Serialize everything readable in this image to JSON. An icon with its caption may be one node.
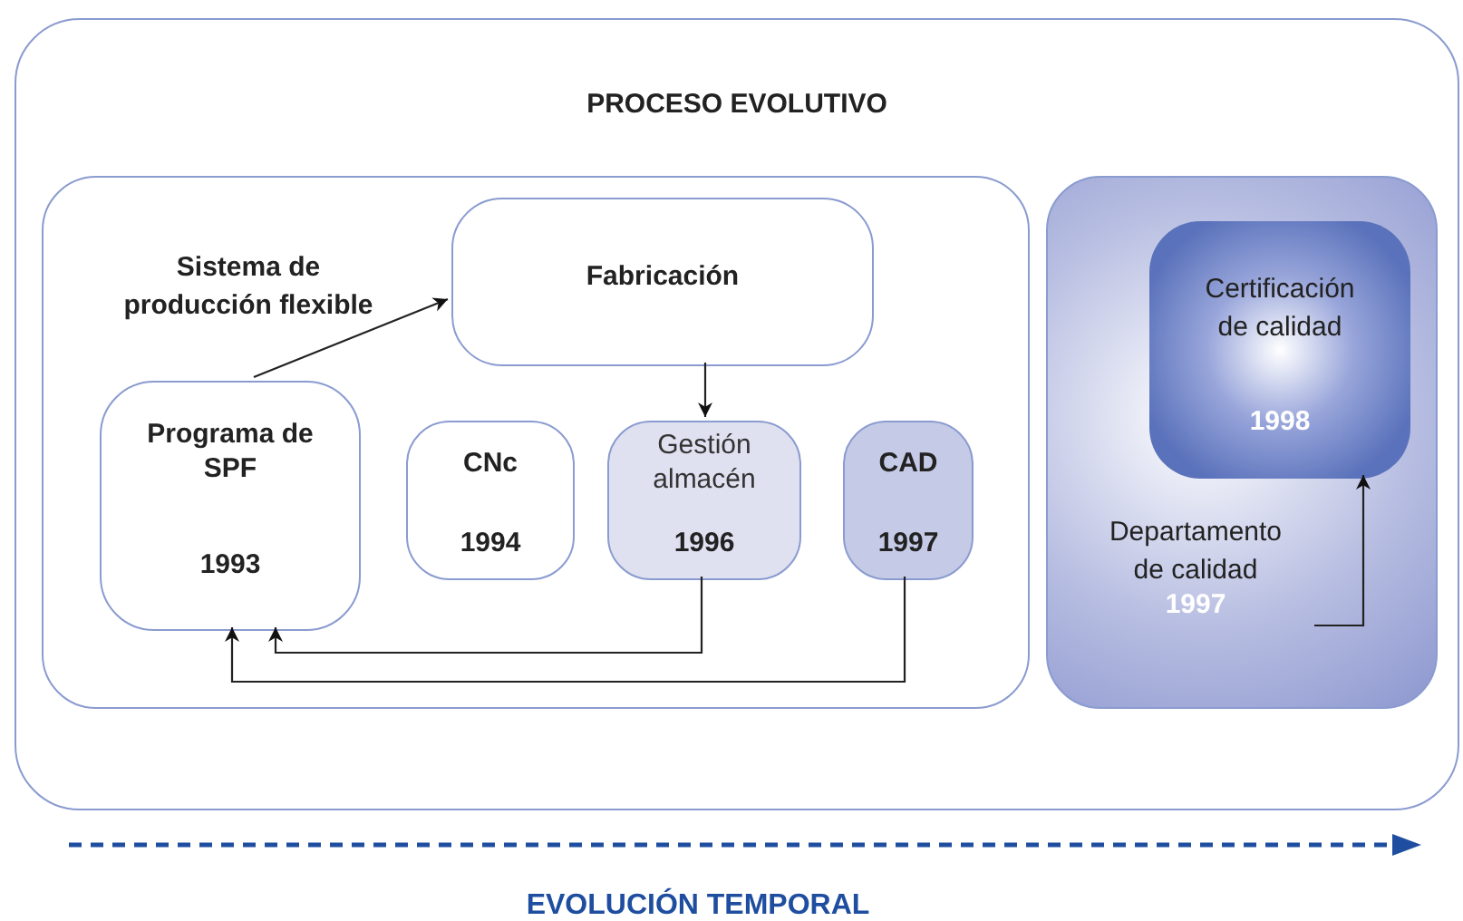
{
  "diagram": {
    "nodes": [
      {
        "text": [
          "PROCESO EVOLUTIVO"
        ]
      },
      {
        "text": [],
        "shape": "box",
        "in": 0
      },
      {
        "text": [
          "Fabricación"
        ],
        "in": 1
      },
      {
        "text": [
          "Programa de SPF",
          "1993"
        ],
        "in": 1
      },
      {
        "text": [
          "CNc",
          "1994"
        ],
        "in": 1
      },
      {
        "text": [
          "Gestión almacén",
          "1996"
        ],
        "in": 1
      },
      {
        "text": [
          "CAD",
          "1997"
        ],
        "in": 1
      },
      {
        "text": [],
        "shape": "box",
        "in": 0
      },
      {
        "text": [
          "Certificación de calidad",
          "1998"
        ],
        "in": 7
      },
      {
        "text": [
          "Departamento de calidad",
          "1997"
        ],
        "in": 7
      }
    ],
    "edges": [
      {
        "from": 3,
        "to": 2,
        "arrow": "to"
      },
      {
        "from": 2,
        "to": 5,
        "arrow": "to"
      },
      {
        "from": 5,
        "to": 3,
        "arrow": "to"
      },
      {
        "from": 6,
        "to": 3,
        "arrow": "to"
      },
      {
        "from": 9,
        "to": 8,
        "arrow": "to"
      }
    ],
    "labels": [
      "Sistema de producción flexible",
      "EVOLUCIÓN TEMPORAL"
    ]
  }
}
